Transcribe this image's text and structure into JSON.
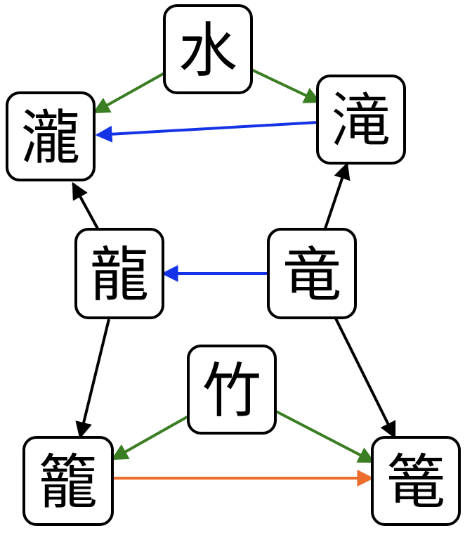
{
  "colors": {
    "background": "#ffffff",
    "node_border": "#000000",
    "edge_black": "#000000",
    "edge_green": "#3a7d22",
    "edge_blue": "#1432e6",
    "edge_orange": "#eb6e2d"
  },
  "nodes": {
    "water": {
      "label": "水"
    },
    "rapids": {
      "label": "瀧"
    },
    "waterfall": {
      "label": "滝"
    },
    "dragon_old": {
      "label": "龍"
    },
    "dragon_new": {
      "label": "竜"
    },
    "bamboo": {
      "label": "竹"
    },
    "basket_old": {
      "label": "籠"
    },
    "basket_new": {
      "label": "篭"
    }
  },
  "edges": [
    {
      "from": "水",
      "to": "瀧",
      "color": "green"
    },
    {
      "from": "水",
      "to": "滝",
      "color": "green"
    },
    {
      "from": "滝",
      "to": "瀧",
      "color": "blue"
    },
    {
      "from": "龍",
      "to": "瀧",
      "color": "black"
    },
    {
      "from": "竜",
      "to": "滝",
      "color": "black"
    },
    {
      "from": "竜",
      "to": "龍",
      "color": "blue"
    },
    {
      "from": "龍",
      "to": "籠",
      "color": "black"
    },
    {
      "from": "竜",
      "to": "篭",
      "color": "black"
    },
    {
      "from": "竹",
      "to": "籠",
      "color": "green"
    },
    {
      "from": "竹",
      "to": "篭",
      "color": "green"
    },
    {
      "from": "籠",
      "to": "篭",
      "color": "orange"
    }
  ]
}
